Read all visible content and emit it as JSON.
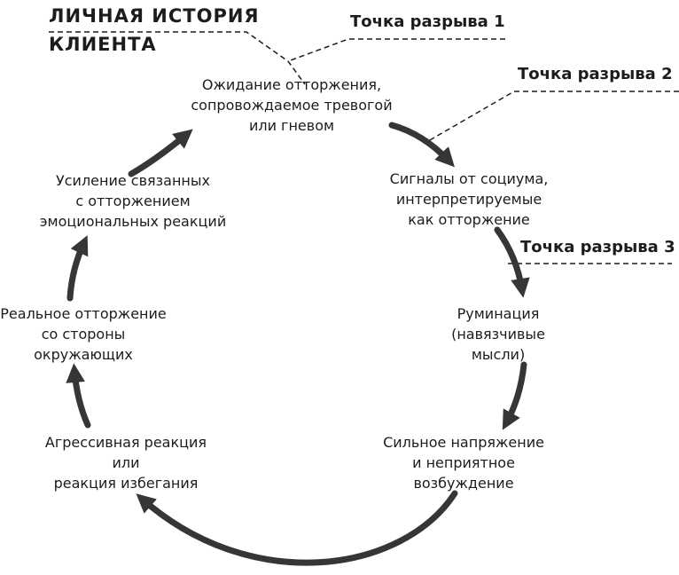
{
  "title": {
    "lines": [
      "ЛИЧНАЯ ИСТОРИЯ",
      "КЛИЕНТА"
    ]
  },
  "break_points": [
    {
      "label": "Точка разрыва 1"
    },
    {
      "label": "Точка разрыва 2"
    },
    {
      "label": "Точка разрыва 3"
    }
  ],
  "cycle_nodes": [
    {
      "id": "expectation",
      "lines": [
        "Ожидание отторжения,",
        "сопровождаемое тревогой",
        "или гневом"
      ]
    },
    {
      "id": "signals",
      "lines": [
        "Сигналы от социума,",
        "интерпретируемые",
        "как отторжение"
      ]
    },
    {
      "id": "rumination",
      "lines": [
        "Руминация",
        "(навязчивые",
        "мысли)"
      ]
    },
    {
      "id": "tension",
      "lines": [
        "Сильное напряжение",
        "и неприятное",
        "возбуждение"
      ]
    },
    {
      "id": "aggression",
      "lines": [
        "Агрессивная реакция",
        "или",
        "реакция избегания"
      ]
    },
    {
      "id": "real_rejection",
      "lines": [
        "Реальное отторжение",
        "со стороны",
        "окружающих"
      ]
    },
    {
      "id": "reinforcement",
      "lines": [
        "Усиление связанных",
        "с отторжением",
        "эмоциональных реакций"
      ]
    }
  ],
  "colors": {
    "ink": "#1c1c1c",
    "arrow": "#363636",
    "background": "#ffffff"
  }
}
